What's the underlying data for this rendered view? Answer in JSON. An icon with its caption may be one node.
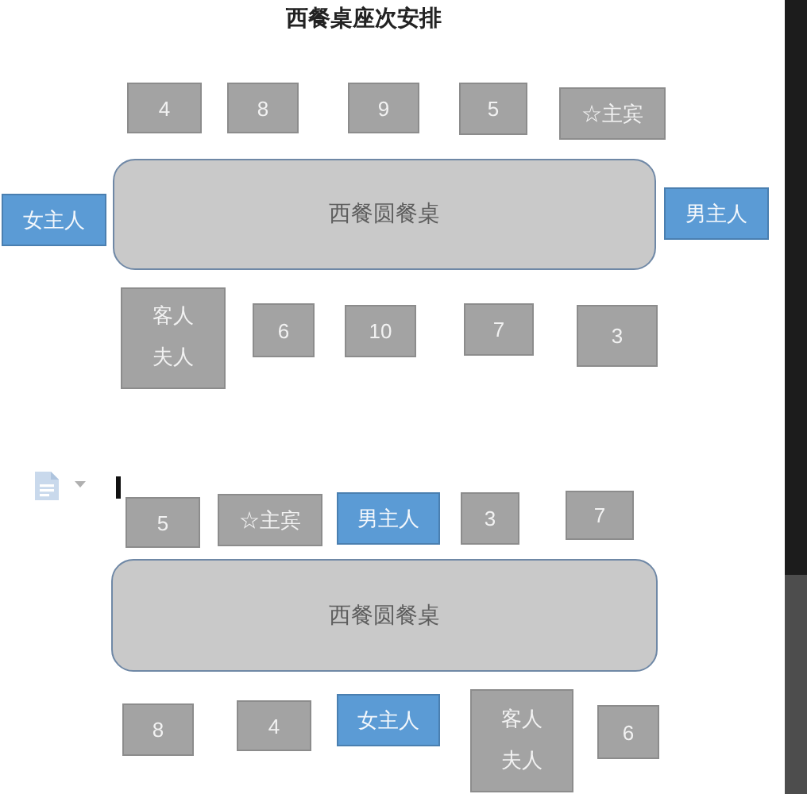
{
  "diagram": {
    "title": "西餐桌座次安排",
    "nodes": [
      {
        "text": [
          "4"
        ]
      },
      {
        "text": [
          "8"
        ]
      },
      {
        "text": [
          "9"
        ]
      },
      {
        "text": [
          "5"
        ]
      },
      {
        "text": [
          "☆主宾"
        ]
      },
      {
        "text": [
          "女主人"
        ]
      },
      {
        "text": [
          "西餐圆餐桌"
        ]
      },
      {
        "text": [
          "男主人"
        ]
      },
      {
        "text": [
          "客人夫人"
        ]
      },
      {
        "text": [
          "6"
        ]
      },
      {
        "text": [
          "10"
        ]
      },
      {
        "text": [
          "7"
        ]
      },
      {
        "text": [
          "3"
        ]
      },
      {
        "text": [
          "5"
        ]
      },
      {
        "text": [
          "☆主宾"
        ]
      },
      {
        "text": [
          "男主人"
        ]
      },
      {
        "text": [
          "3"
        ]
      },
      {
        "text": [
          "7"
        ]
      },
      {
        "text": [
          "西餐圆餐桌"
        ]
      },
      {
        "text": [
          "8"
        ]
      },
      {
        "text": [
          "4"
        ]
      },
      {
        "text": [
          "女主人"
        ]
      },
      {
        "text": [
          "客人夫人"
        ]
      },
      {
        "text": [
          "6"
        ]
      }
    ]
  }
}
